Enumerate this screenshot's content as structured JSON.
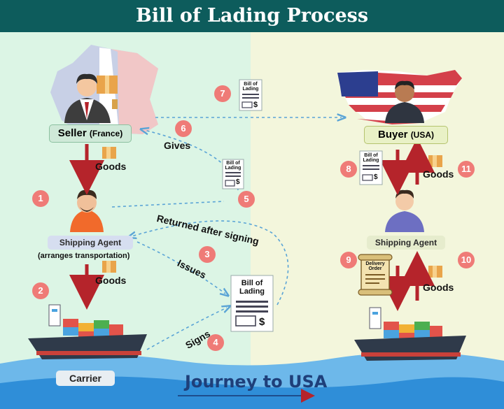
{
  "title": "Bill of Lading Process",
  "seller": {
    "label": "Seller",
    "sub": "(France)"
  },
  "buyer": {
    "label": "Buyer",
    "sub": "(USA)"
  },
  "shipping_agent_left": {
    "label": "Shipping Agent",
    "sub": "(arranges transportation)"
  },
  "shipping_agent_right": {
    "label": "Shipping Agent"
  },
  "carrier": {
    "label": "Carrier"
  },
  "journey": "Journey to USA",
  "goods_label": "Goods",
  "edges": {
    "gives": "Gives",
    "returned": "Returned after signing",
    "issues": "Issues",
    "signs": "Signs"
  },
  "document": {
    "line1": "Bill of",
    "line2": "Lading",
    "currency": "$"
  },
  "delivery_order": {
    "line1": "Delivery",
    "line2": "Order"
  },
  "steps": [
    "1",
    "2",
    "3",
    "4",
    "5",
    "6",
    "7",
    "8",
    "9",
    "10",
    "11"
  ],
  "colors": {
    "header": "#0d5c5c",
    "arrow": "#b5242b",
    "step": "#ef7b77",
    "dashed": "#5aa4d6"
  }
}
